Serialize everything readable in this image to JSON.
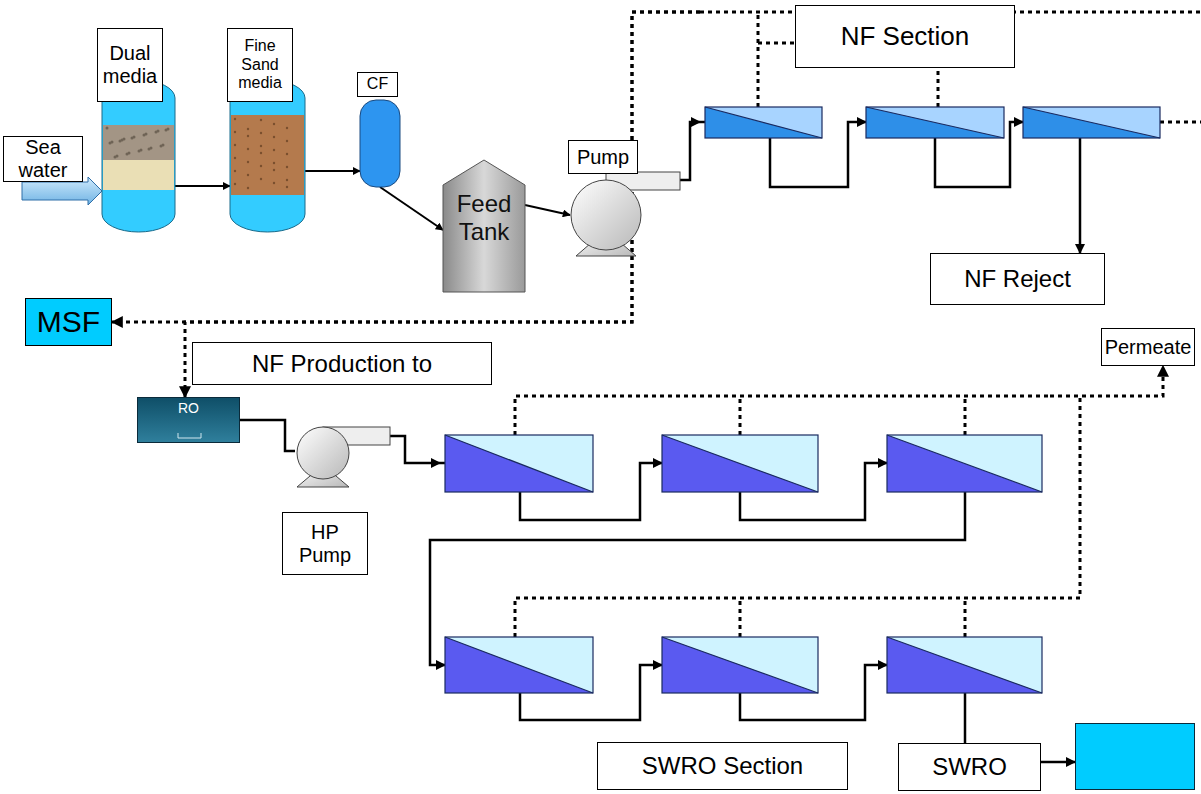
{
  "diagram": {
    "nodes": [
      {
        "text": [
          "Sea water"
        ]
      },
      {
        "text": [
          "Dual media"
        ]
      },
      {
        "text": [
          "Fine Sand media"
        ]
      },
      {
        "text": [
          "CF"
        ]
      },
      {
        "text": [
          "Feed Tank"
        ]
      },
      {
        "text": [
          "Pump"
        ]
      },
      {
        "text": [
          "NF Section"
        ]
      },
      {
        "text": [
          "NF Reject"
        ]
      },
      {
        "text": [
          "MSF"
        ]
      },
      {
        "text": [
          "NF Production to"
        ]
      },
      {
        "text": [
          "RO"
        ]
      },
      {
        "text": [
          "HP Pump"
        ]
      },
      {
        "text": [
          "SWRO Section"
        ]
      },
      {
        "text": [
          "SWRO"
        ]
      },
      {
        "text": [
          "Permeate"
        ]
      }
    ],
    "edges": [
      {
        "from": 0,
        "to": 1,
        "arrow": "to"
      },
      {
        "from": 1,
        "to": 2,
        "arrow": "to"
      },
      {
        "from": 2,
        "to": 3,
        "arrow": "to"
      },
      {
        "from": 3,
        "to": 4,
        "arrow": "to"
      },
      {
        "from": 4,
        "to": 5,
        "arrow": "to"
      },
      {
        "from": 5,
        "to": 6,
        "arrow": "to"
      },
      {
        "from": 6,
        "to": 7,
        "arrow": "to"
      },
      {
        "from": 6,
        "to": 8,
        "arrow": "to"
      },
      {
        "from": 6,
        "to": 10,
        "arrow": "to"
      },
      {
        "from": 10,
        "to": 11,
        "arrow": "none"
      },
      {
        "from": 11,
        "to": 12,
        "arrow": "to"
      },
      {
        "from": 12,
        "to": 14,
        "arrow": "to"
      },
      {
        "from": 12,
        "to": 13,
        "arrow": "to"
      }
    ]
  }
}
